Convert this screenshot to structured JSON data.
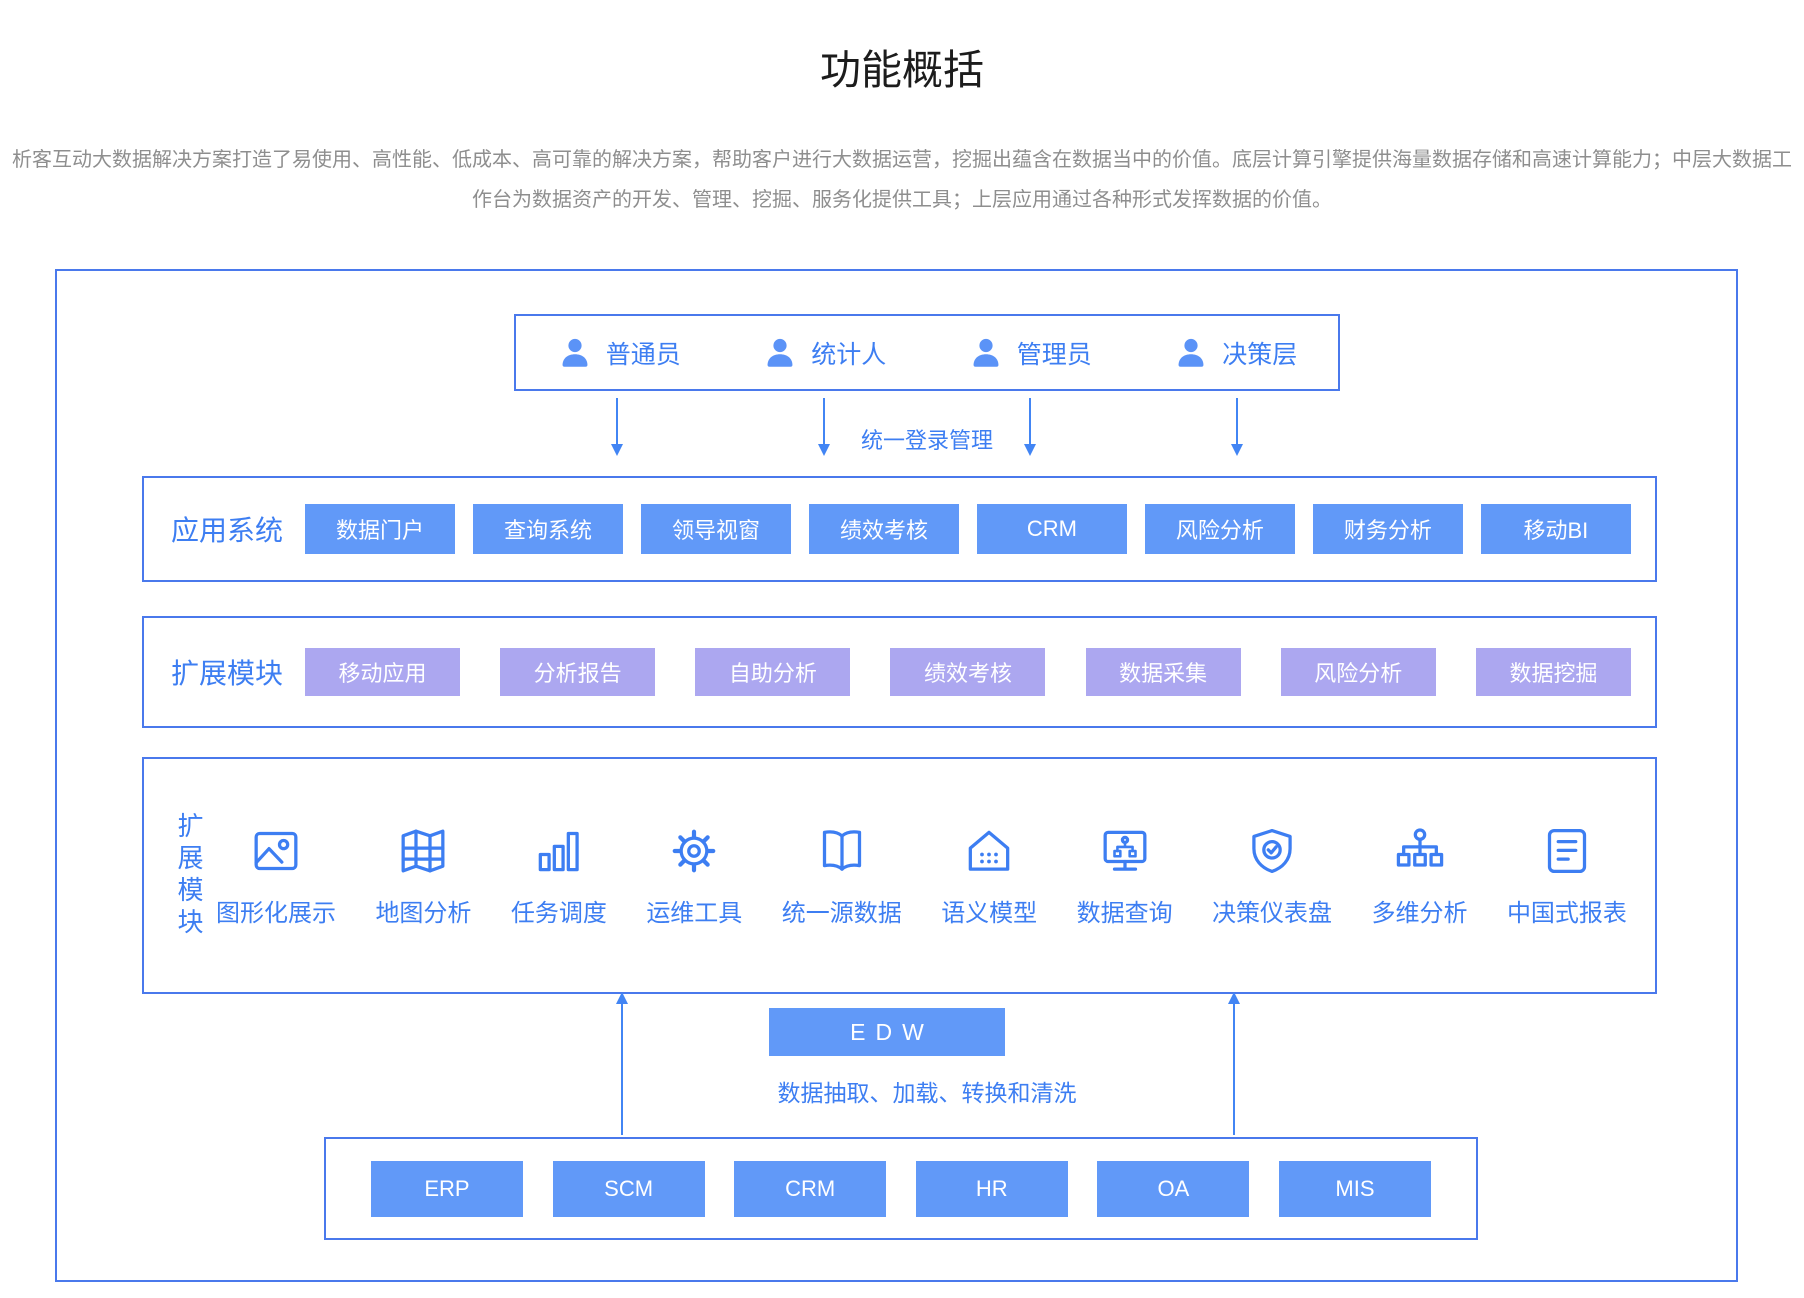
{
  "page": {
    "title": "功能概括",
    "description": "析客互动大数据解决方案打造了易使用、高性能、低成本、高可靠的解决方案，帮助客户进行大数据运营，挖掘出蕴含在数据当中的价值。底层计算引擎提供海量数据存储和高速计算能力；中层大数据工作台为数据资产的开发、管理、挖掘、服务化提供工具；上层应用通过各种形式发挥数据的价值。"
  },
  "users": {
    "login_label": "统一登录管理",
    "items": [
      {
        "label": "普通员",
        "icon": "user-icon"
      },
      {
        "label": "统计人",
        "icon": "user-icon"
      },
      {
        "label": "管理员",
        "icon": "user-icon"
      },
      {
        "label": "决策层",
        "icon": "user-icon"
      }
    ]
  },
  "app_row": {
    "label": "应用系统",
    "items": [
      "数据门户",
      "查询系统",
      "领导视窗",
      "绩效考核",
      "CRM",
      "风险分析",
      "财务分析",
      "移动BI"
    ]
  },
  "ext_row": {
    "label": "扩展模块",
    "items": [
      "移动应用",
      "分析报告",
      "自助分析",
      "绩效考核",
      "数据采集",
      "风险分析",
      "数据挖掘"
    ]
  },
  "modules_row": {
    "label": "扩展模块",
    "items": [
      {
        "label": "图形化展示",
        "icon": "image-icon"
      },
      {
        "label": "地图分析",
        "icon": "map-icon"
      },
      {
        "label": "任务调度",
        "icon": "bar-chart-icon"
      },
      {
        "label": "运维工具",
        "icon": "gear-icon"
      },
      {
        "label": "统一源数据",
        "icon": "open-book-icon"
      },
      {
        "label": "语义模型",
        "icon": "house-data-icon"
      },
      {
        "label": "数据查询",
        "icon": "monitor-query-icon"
      },
      {
        "label": "决策仪表盘",
        "icon": "shield-check-icon"
      },
      {
        "label": "多维分析",
        "icon": "hierarchy-icon"
      },
      {
        "label": "中国式报表",
        "icon": "report-icon"
      }
    ]
  },
  "edw": {
    "label": "EDW",
    "etl_text": "数据抽取、加载、转换和清洗"
  },
  "sources": {
    "items": [
      "ERP",
      "SCM",
      "CRM",
      "HR",
      "OA",
      "MIS"
    ]
  },
  "colors": {
    "label_blue": "#3D7EF2",
    "button_blue": "#6199F8",
    "button_purple": "#ACA7F0",
    "border_blue": "#4A79EC",
    "arrow_blue": "#4285F4",
    "icon_blue": "#3D7EF2",
    "person_blue": "#5B93F7",
    "text_gray": "#8E8E8E",
    "title_color": "#1C1C1C"
  }
}
